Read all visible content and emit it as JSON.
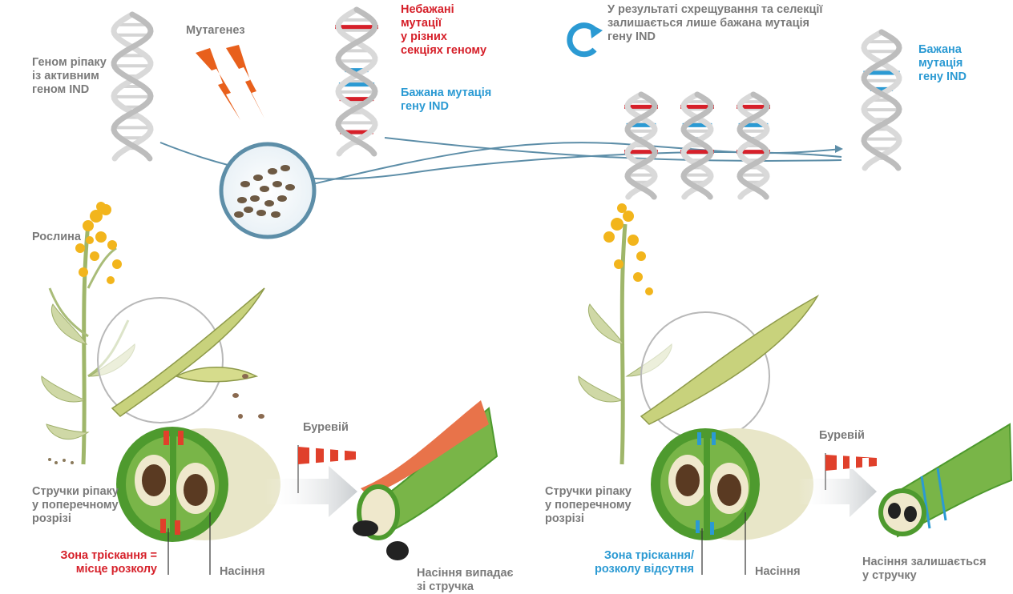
{
  "labels": {
    "genome_active": "Геном ріпаку\nіз активним\nгеном IND",
    "mutagenesis": "Мутагенез",
    "unwanted": "Небажані\nмутації\nу різних\nсекціях геному",
    "wanted": "Бажана мутація\nгену IND",
    "crossing": "У результаті схрещування та селекції\nзалишається лише бажана мутація\nгену IND",
    "wanted_final": "Бажана\nмутація\nгену IND",
    "plant": "Рослина",
    "pods_left": "Стручки ріпаку\nу поперечному\nрозрізі",
    "storm_left": "Буревій",
    "crack_zone": "Зона тріскання =\nмісце розколу",
    "seeds_left": "Насіння",
    "seeds_fall": "Насіння випадає\nзі стручка",
    "pods_right": "Стручки ріпаку\nу поперечному\nрозрізі",
    "storm_right": "Буревій",
    "no_crack": "Зона тріскання/\nрозколу відсутня",
    "seeds_right": "Насіння",
    "seeds_stay": "Насіння залишається\nу стручку"
  },
  "colors": {
    "label_gray": "#7a7a7a",
    "unwanted_red": "#d6202a",
    "wanted_blue": "#2b9ad3",
    "bolt_orange": "#e8601c",
    "pod_green": "#4e9a2e",
    "flower_yellow": "#f2b51c"
  },
  "icons": [
    "dna-helix-icon",
    "lightning-icon",
    "cycle-arrow-icon",
    "seed-dish-icon",
    "windsock-icon",
    "arrow-icon"
  ]
}
